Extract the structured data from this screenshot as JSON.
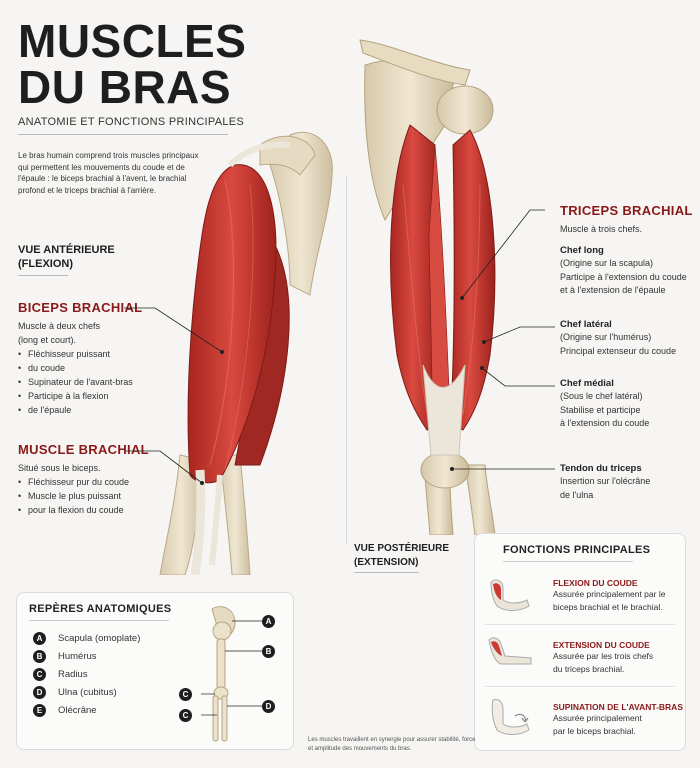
{
  "header": {
    "title_line1": "MUSCLES",
    "title_line2": "DU BRAS",
    "subtitle": "ANATOMIE ET FONCTIONS PRINCIPALES",
    "intro": "Le bras humain comprend trois muscles principaux qui permettent les mouvements du coude et de l'épaule : le biceps brachial à l'avent, le brachial profond et le triceps brachial à l'arrière."
  },
  "anterior": {
    "view_label_1": "VUE ANTÉRIEURE",
    "view_label_2": "(FLEXION)",
    "biceps": {
      "title": "BICEPS BRACHIAL",
      "desc_1": "Muscle à deux chefs",
      "desc_2": "(long et court).",
      "bullets": [
        "Fléchisseur puissant",
        "du coude",
        "Supinateur de l'avant-bras",
        "Participe à la flexion",
        "de l'épaule"
      ]
    },
    "brachial": {
      "title": "MUSCLE BRACHIAL",
      "desc": "Situé sous le biceps.",
      "bullets": [
        "Fléchisseur pur du coude",
        "Muscle le plus puissant",
        "pour la flexion du coude"
      ]
    }
  },
  "posterior": {
    "view_label_1": "VUE POSTÉRIEURE",
    "view_label_2": "(EXTENSION)",
    "triceps": {
      "title": "TRICEPS BRACHIAL",
      "desc": "Muscle à trois chefs."
    },
    "long": {
      "title": "Chef long",
      "l1": "(Origine sur la scapula)",
      "l2": "Participe à l'extension du coude",
      "l3": "et à l'extension de l'épaule"
    },
    "lateral": {
      "title": "Chef latéral",
      "l1": "(Origine sur l'humérus)",
      "l2": "Principal extenseur du coude"
    },
    "medial": {
      "title": "Chef médial",
      "l1": "(Sous le chef latéral)",
      "l2": "Stabilise et participe",
      "l3": "à l'extension du coude"
    },
    "tendon": {
      "title": "Tendon du triceps",
      "l1": "Insertion sur l'olécrâne",
      "l2": "de l'ulna"
    }
  },
  "landmarks": {
    "title": "REPÈRES ANATOMIQUES",
    "items": [
      {
        "letter": "A",
        "label": "Scapula (omoplate)"
      },
      {
        "letter": "B",
        "label": "Humérus"
      },
      {
        "letter": "C",
        "label": "Radius"
      },
      {
        "letter": "D",
        "label": "Ulna (cubitus)"
      },
      {
        "letter": "E",
        "label": "Olécrâne"
      }
    ]
  },
  "functions": {
    "title": "FONCTIONS PRINCIPALES",
    "items": [
      {
        "title": "FLEXION DU COUDE",
        "l1": "Assurée principalement par le",
        "l2": "biceps brachial et le brachial."
      },
      {
        "title": "EXTENSION DU COUDE",
        "l1": "Assurée par les trois chefs",
        "l2": "du triceps brachial."
      },
      {
        "title": "SUPINATION DE L'AVANT-BRAS",
        "l1": "Assurée principalement",
        "l2": "par le biceps brachial."
      }
    ]
  },
  "footnote": "Les muscles travaillent en synergie pour assurer stabilité, force et amplitude des mouvements du bras.",
  "colors": {
    "accent_red": "#8a1a1a",
    "muscle": "#c93a33",
    "bone": "#e8dcc2",
    "tendon": "#e9e4dc"
  }
}
